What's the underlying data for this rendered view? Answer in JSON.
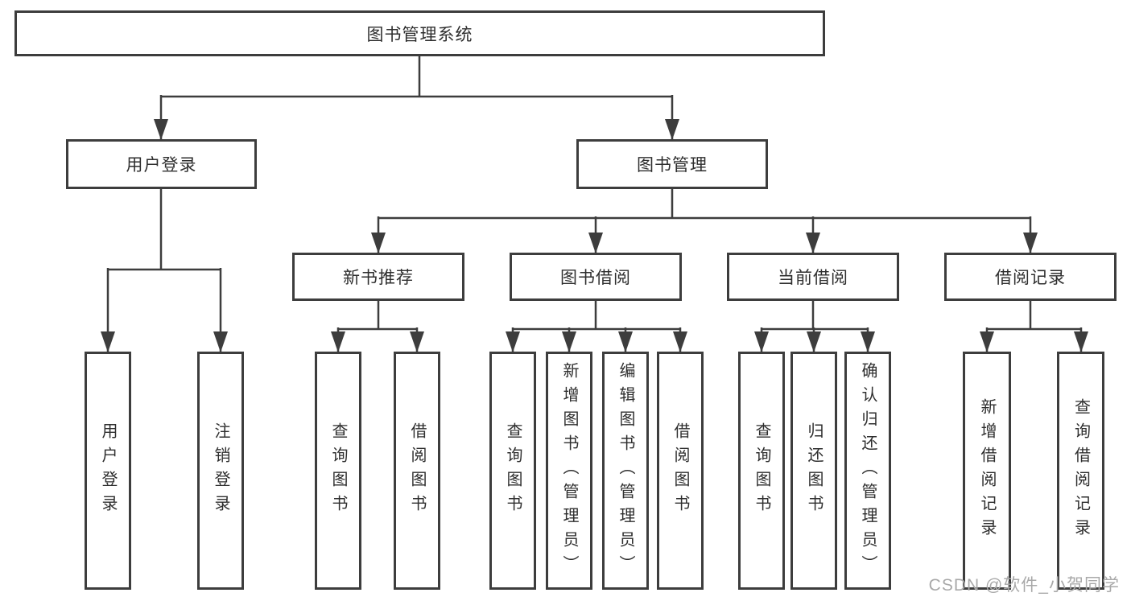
{
  "diagram": {
    "root": {
      "label": "图书管理系统"
    },
    "level2": [
      {
        "label": "用户登录"
      },
      {
        "label": "图书管理"
      }
    ],
    "level3": [
      {
        "label": "新书推荐"
      },
      {
        "label": "图书借阅"
      },
      {
        "label": "当前借阅"
      },
      {
        "label": "借阅记录"
      }
    ],
    "leaves": {
      "user_login": [
        "用户登录",
        "注销登录"
      ],
      "new_books": [
        "查询图书",
        "借阅图书"
      ],
      "book_borrow": [
        "查询图书",
        "新增图书（管理员）",
        "编辑图书（管理员）",
        "借阅图书"
      ],
      "current_borrow": [
        "查询图书",
        "归还图书",
        "确认归还（管理员）"
      ],
      "borrow_records": [
        "新增借阅记录",
        "查询借阅记录"
      ]
    }
  },
  "watermark": {
    "text": "CSDN @软件_小贺同学"
  },
  "colors": {
    "line": "#3d3d3d",
    "box_border": "#3d3d3d",
    "text": "#2e2e2e",
    "watermark": "#a9a9a9",
    "background": "#ffffff"
  }
}
